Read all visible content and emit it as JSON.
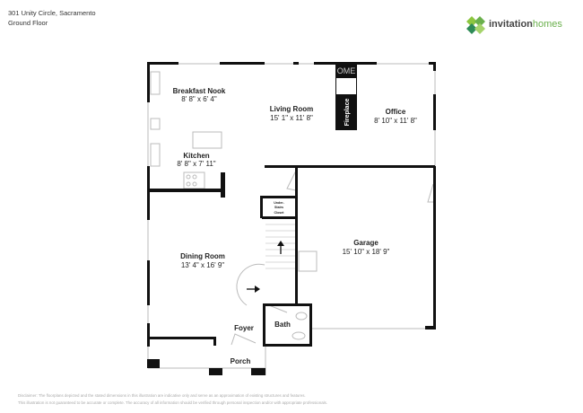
{
  "header": {
    "address": "301 Unity Circle, Sacramento",
    "floor": "Ground Floor"
  },
  "logo": {
    "word1": "invitation",
    "word2": "homes",
    "brand_color": "#6ab04c"
  },
  "rooms": [
    {
      "name": "Breakfast Nook",
      "dims": "8' 8\" x 6' 4\""
    },
    {
      "name": "Living Room",
      "dims": "15' 1\" x 11' 8\""
    },
    {
      "name": "Office",
      "dims": "8' 10\" x 11' 8\""
    },
    {
      "name": "Kitchen",
      "dims": "8' 8\" x 7' 11\""
    },
    {
      "name": "Dining Room",
      "dims": "13' 4\" x 16' 9\""
    },
    {
      "name": "Garage",
      "dims": "15' 10\" x 18' 9\""
    },
    {
      "name": "Foyer"
    },
    {
      "name": "Bath"
    },
    {
      "name": "Porch"
    }
  ],
  "labels": {
    "fireplace": "Fireplace",
    "fireplace_top": "OME",
    "closet": [
      "Under-",
      "Stairs",
      "Closet"
    ]
  },
  "disclaimer": [
    "Disclaimer: The floorplans depicted and the stated dimensions in this illustration are indicative only and serve as an approximation of existing structures and features.",
    "This illustration is not guaranteed to be accurate or complete. The accuracy of all information should be verified through personal inspection and/or with appropriate professionals."
  ]
}
